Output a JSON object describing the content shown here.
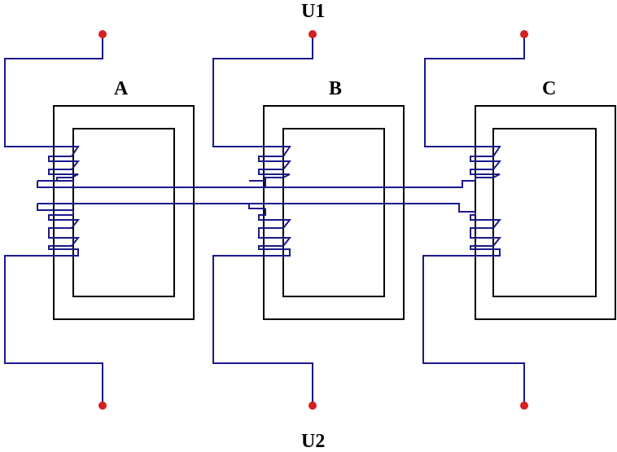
{
  "labels": {
    "top_voltage": "U1",
    "bottom_voltage": "U2",
    "core_a": "A",
    "core_b": "B",
    "core_c": "C"
  },
  "colors": {
    "core": "#000000",
    "wire": "#1a1a8c",
    "terminal": "#d61f1f",
    "background": "#ffffff"
  }
}
